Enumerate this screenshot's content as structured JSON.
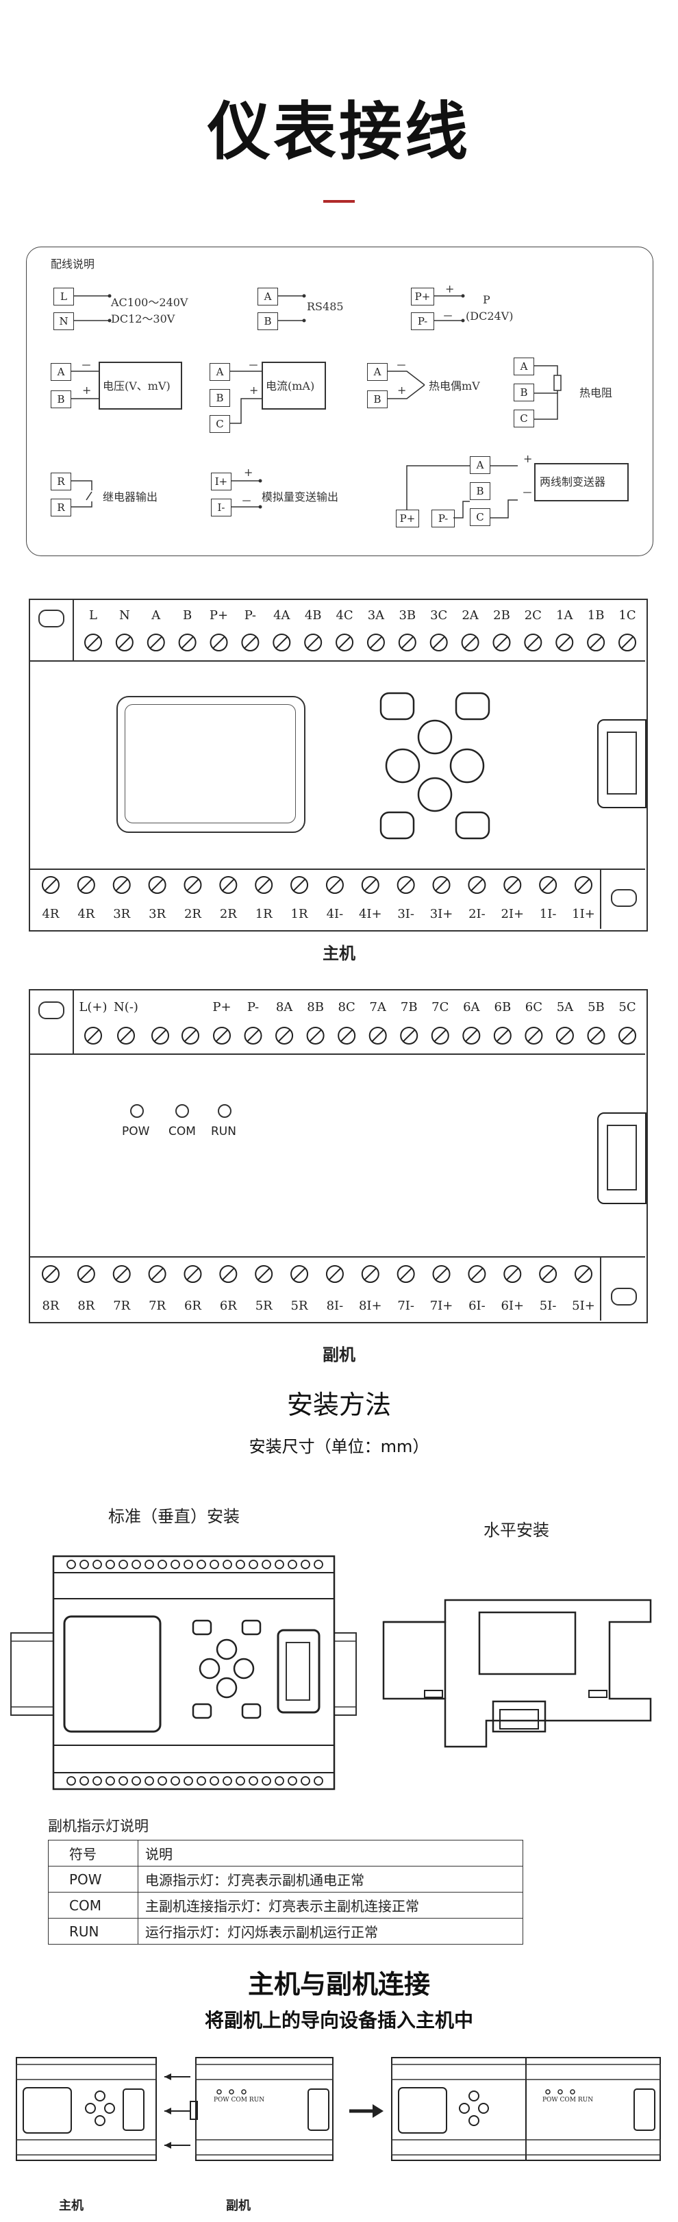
{
  "page_title": "仪表接线",
  "legend": {
    "title": "配线说明",
    "power": {
      "t1": "L",
      "t2": "N",
      "v1": "AC100～240V",
      "v2": "DC12～30V"
    },
    "rs485": {
      "t1": "A",
      "t2": "B",
      "label": "RS485"
    },
    "pout": {
      "t1": "P+",
      "t2": "P-",
      "plus": "+",
      "minus": "－",
      "label1": "P",
      "label2": "(DC24V)"
    },
    "voltage": {
      "t1": "A",
      "t2": "B",
      "minus": "－",
      "plus": "+",
      "label": "电压(V、mV)"
    },
    "current": {
      "t1": "A",
      "t2": "B",
      "t3": "C",
      "minus": "－",
      "plus": "+",
      "label": "电流(mA)"
    },
    "tc": {
      "t1": "A",
      "t2": "B",
      "minus": "－",
      "plus": "+",
      "label": "热电偶mV"
    },
    "rtd": {
      "t1": "A",
      "t2": "B",
      "t3": "C",
      "label": "热电阻"
    },
    "relay": {
      "t1": "R",
      "t2": "R",
      "label": "继电器输出"
    },
    "analog": {
      "t1": "I+",
      "t2": "I-",
      "plus": "+",
      "minus": "－",
      "label": "模拟量变送输出"
    },
    "twowire": {
      "t1": "A",
      "t2": "B",
      "t3": "C",
      "t4": "P+",
      "t5": "P-",
      "plus": "+",
      "minus": "－",
      "label": "两线制变送器"
    }
  },
  "main_unit": {
    "top_labels": [
      "L",
      "N",
      "A",
      "B",
      "P+",
      "P-",
      "4A",
      "4B",
      "4C",
      "3A",
      "3B",
      "3C",
      "2A",
      "2B",
      "2C",
      "1A",
      "1B",
      "1C"
    ],
    "bottom_labels": [
      "4R",
      "4R",
      "3R",
      "3R",
      "2R",
      "2R",
      "1R",
      "1R",
      "4I-",
      "4I+",
      "3I-",
      "3I+",
      "2I-",
      "2I+",
      "1I-",
      "1I+"
    ],
    "caption": "主机"
  },
  "sub_unit": {
    "top_labels": [
      "L(+)",
      "N(-)",
      "P+",
      "P-",
      "8A",
      "8B",
      "8C",
      "7A",
      "7B",
      "7C",
      "6A",
      "6B",
      "6C",
      "5A",
      "5B",
      "5C"
    ],
    "bottom_labels": [
      "8R",
      "8R",
      "7R",
      "7R",
      "6R",
      "6R",
      "5R",
      "5R",
      "8I-",
      "8I+",
      "7I-",
      "7I+",
      "6I-",
      "6I+",
      "5I-",
      "5I+"
    ],
    "leds": [
      "POW",
      "COM",
      "RUN"
    ],
    "caption": "副机"
  },
  "install": {
    "title": "安装方法",
    "subtitle": "安装尺寸（单位：mm）",
    "vertical_label": "标准（垂直）安装",
    "horizontal_label": "水平安装"
  },
  "indicator": {
    "title": "副机指示灯说明",
    "headers": [
      "符号",
      "说明"
    ],
    "rows": [
      {
        "sym": "POW",
        "desc": "电源指示灯：灯亮表示副机通电正常"
      },
      {
        "sym": "COM",
        "desc": "主副机连接指示灯：灯亮表示主副机连接正常"
      },
      {
        "sym": "RUN",
        "desc": "运行指示灯：灯闪烁表示副机运行正常"
      }
    ]
  },
  "connect": {
    "title": "主机与副机连接",
    "subtitle": "将副机上的导向设备插入主机中",
    "main_caption": "主机",
    "sub_caption": "副机",
    "leds": [
      "POW",
      "COM",
      "RUN"
    ]
  }
}
